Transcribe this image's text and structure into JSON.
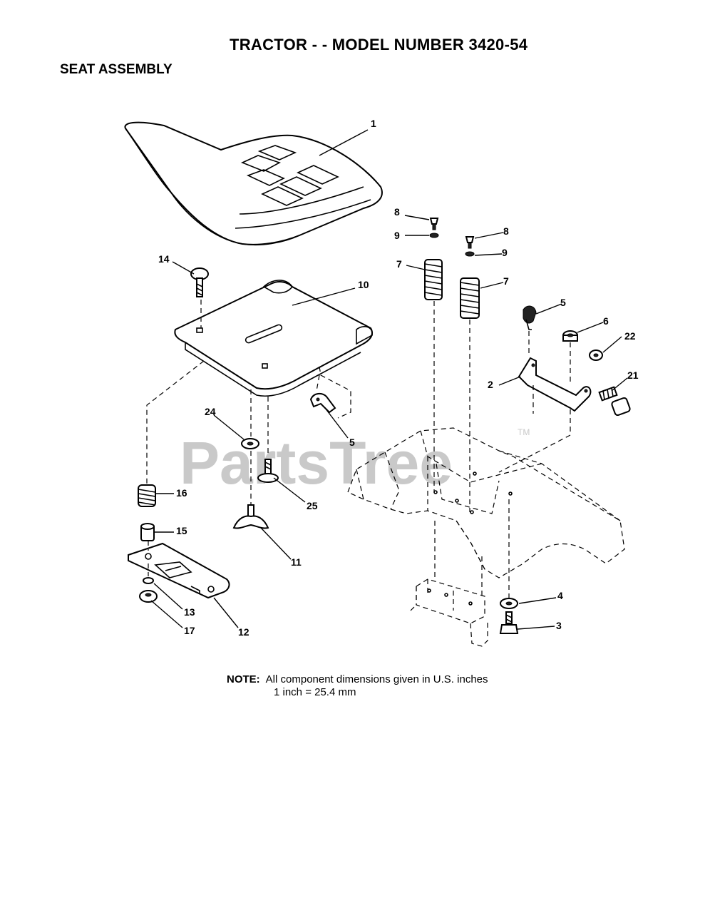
{
  "header": {
    "title": "TRACTOR - - MODEL NUMBER 3420-54",
    "subtitle": "SEAT ASSEMBLY"
  },
  "watermark": {
    "text": "PartsTree",
    "mark": "TM"
  },
  "note": {
    "label": "NOTE:",
    "line1": "All component dimensions given in U.S. inches",
    "line2": "1 inch = 25.4 mm"
  },
  "callouts": {
    "c1": "1",
    "c10": "10",
    "c14": "14",
    "c8a": "8",
    "c9a": "9",
    "c7a": "7",
    "c8b": "8",
    "c9b": "9",
    "c7b": "7",
    "c5a": "5",
    "c6": "6",
    "c22": "22",
    "c2": "2",
    "c21": "21",
    "c5b": "5",
    "c24": "24",
    "c25": "25",
    "c16": "16",
    "c15": "15",
    "c11": "11",
    "c13": "13",
    "c17": "17",
    "c12": "12",
    "c4": "4",
    "c3": "3"
  }
}
